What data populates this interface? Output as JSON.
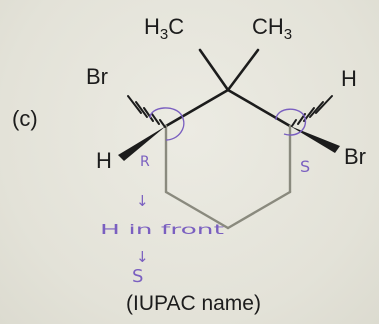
{
  "part_label": "(c)",
  "top_left_group": "H3C",
  "top_right_group": "CH3",
  "atoms": {
    "br_left": "Br",
    "h_left": "H",
    "h_right": "H",
    "br_right": "Br"
  },
  "annotations": {
    "left_config": "R",
    "right_config": "S",
    "arrow_1": "↓",
    "note": "H in front",
    "arrow_2": "↓",
    "final_config": "S"
  },
  "footer": "(IUPAC name)",
  "colors": {
    "ink": "#1c1c1c",
    "ring_line": "#8a8a7e",
    "pencil": "#7a5fc0",
    "background": "#e6e5dc"
  }
}
